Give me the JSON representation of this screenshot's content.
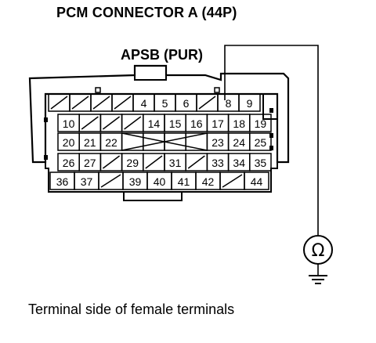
{
  "connector": {
    "title": "PCM CONNECTOR A (44P)",
    "wire_label": "APSB (PUR)",
    "caption": "Terminal side of female terminals",
    "meter_symbol": "Ω",
    "rows": [
      [
        "",
        "",
        "",
        "",
        "4",
        "5",
        "6",
        "",
        "8",
        "9"
      ],
      [
        "10",
        "",
        "",
        "",
        "14",
        "15",
        "16",
        "17",
        "18",
        "19"
      ],
      [
        "20",
        "21",
        "22",
        "",
        "",
        "",
        "",
        "23",
        "24",
        "25"
      ],
      [
        "26",
        "27",
        "",
        "29",
        "",
        "31",
        "",
        "33",
        "34",
        "35"
      ],
      [
        "36",
        "37",
        "",
        "39",
        "40",
        "41",
        "42",
        "",
        "44"
      ]
    ]
  }
}
